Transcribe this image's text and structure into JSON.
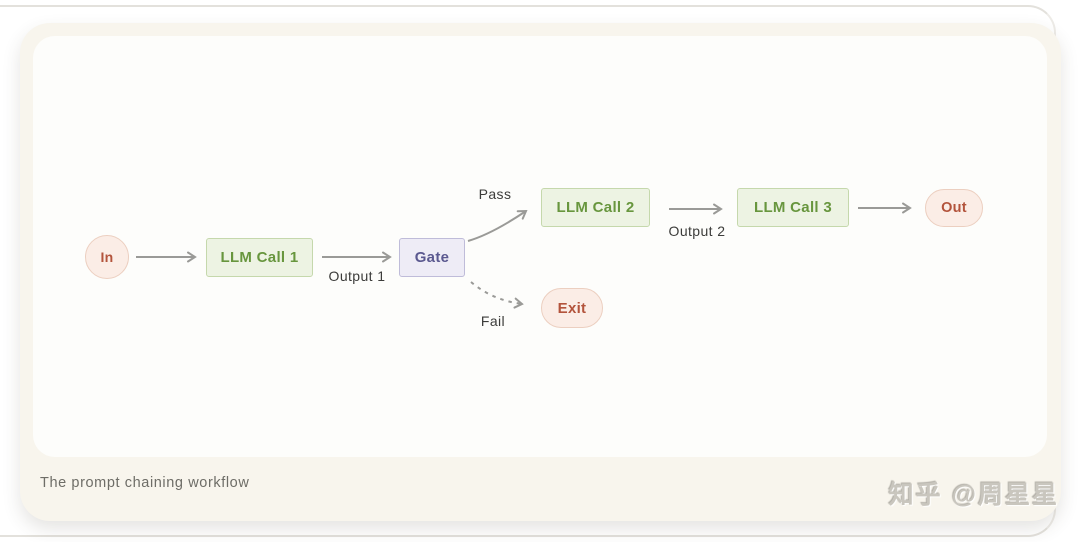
{
  "card": {
    "caption": "The prompt chaining workflow",
    "watermark": "知乎 @周星星",
    "background": "#f8f5ed",
    "panel_background": "#fdfdfb"
  },
  "diagram": {
    "title": "The prompt chaining workflow",
    "nodes": {
      "in": {
        "label": "In"
      },
      "llm1": {
        "label": "LLM Call 1"
      },
      "gate": {
        "label": "Gate"
      },
      "llm2": {
        "label": "LLM Call 2"
      },
      "llm3": {
        "label": "LLM Call 3"
      },
      "out": {
        "label": "Out"
      },
      "exit": {
        "label": "Exit"
      }
    },
    "edge_labels": {
      "output1": "Output 1",
      "pass": "Pass",
      "output2": "Output 2",
      "fail": "Fail"
    },
    "edges": [
      {
        "from": "in",
        "to": "llm1",
        "label": "",
        "style": "solid"
      },
      {
        "from": "llm1",
        "to": "gate",
        "label": "Output 1",
        "style": "solid"
      },
      {
        "from": "gate",
        "to": "llm2",
        "label": "Pass",
        "style": "solid"
      },
      {
        "from": "llm2",
        "to": "llm3",
        "label": "Output 2",
        "style": "solid"
      },
      {
        "from": "llm3",
        "to": "out",
        "label": "",
        "style": "solid"
      },
      {
        "from": "gate",
        "to": "exit",
        "label": "Fail",
        "style": "dashed"
      }
    ],
    "colors": {
      "process_fill": "#edf3e3",
      "process_border": "#c5d8ac",
      "process_text": "#68963e",
      "decision_fill": "#eeecf6",
      "decision_border": "#bfbcd9",
      "decision_text": "#5b5990",
      "terminal_fill": "#fbede6",
      "terminal_border": "#eccfc0",
      "terminal_text": "#b3543c",
      "arrow": "#9a9a97",
      "edge_label_text": "#3c3c3a"
    }
  }
}
